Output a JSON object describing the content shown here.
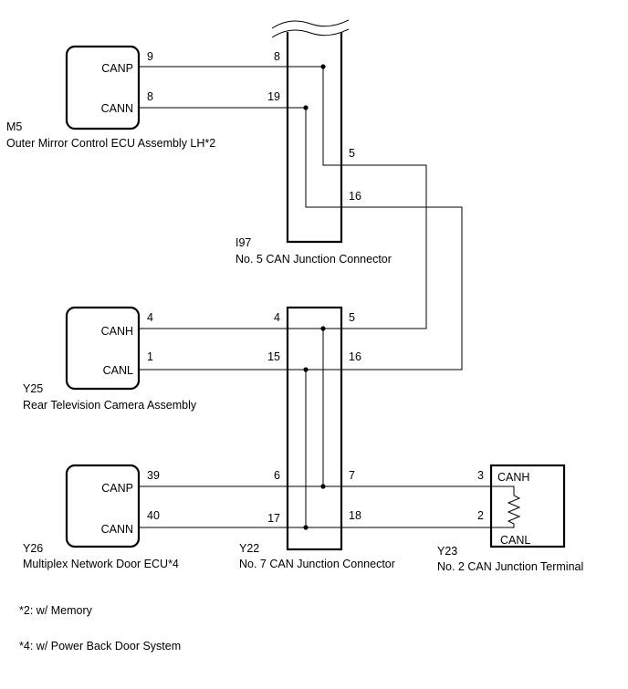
{
  "components": {
    "m5": {
      "code": "M5",
      "name": "Outer Mirror Control ECU Assembly LH*2",
      "pins": [
        {
          "signal": "CANP",
          "number": "9"
        },
        {
          "signal": "CANN",
          "number": "8"
        }
      ]
    },
    "y25": {
      "code": "Y25",
      "name": "Rear Television Camera Assembly",
      "pins": [
        {
          "signal": "CANH",
          "number": "4"
        },
        {
          "signal": "CANL",
          "number": "1"
        }
      ]
    },
    "y26": {
      "code": "Y26",
      "name": "Multiplex Network Door ECU*4",
      "pins": [
        {
          "signal": "CANP",
          "number": "39"
        },
        {
          "signal": "CANN",
          "number": "40"
        }
      ]
    },
    "i97": {
      "code": "I97",
      "name": "No. 5 CAN Junction Connector",
      "pins_left": [
        "8",
        "19"
      ],
      "pins_right": [
        "5",
        "16"
      ]
    },
    "y22": {
      "code": "Y22",
      "name": "No. 7 CAN Junction Connector",
      "pins_left": [
        "4",
        "15",
        "6",
        "17"
      ],
      "pins_right": [
        "5",
        "16",
        "7",
        "18"
      ]
    },
    "y23": {
      "code": "Y23",
      "name": "No. 2 CAN Junction Terminal",
      "pins": [
        {
          "signal": "CANH",
          "number": "3"
        },
        {
          "signal": "CANL",
          "number": "2"
        }
      ]
    }
  },
  "notes": [
    "*2: w/ Memory",
    "*4: w/ Power Back Door System"
  ]
}
